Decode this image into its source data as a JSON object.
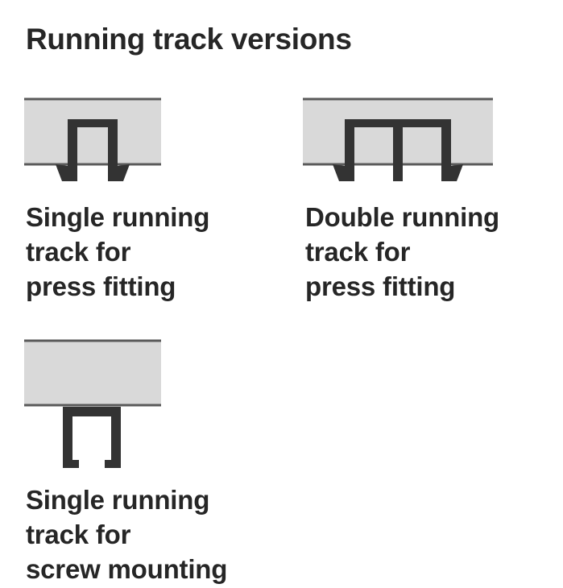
{
  "page": {
    "title": "Running track versions"
  },
  "colors": {
    "text": "#262626",
    "panel_fill": "#d9d9d9",
    "panel_edge": "#5a5a5a",
    "track": "#333333"
  },
  "variants": [
    {
      "id": "single-press",
      "caption_lines": [
        "Single running",
        "track for",
        "press fitting"
      ]
    },
    {
      "id": "double-press",
      "caption_lines": [
        "Double running",
        "track for",
        "press fitting"
      ]
    },
    {
      "id": "single-screw",
      "caption_lines": [
        "Single running",
        "track for",
        "screw mounting"
      ]
    }
  ]
}
